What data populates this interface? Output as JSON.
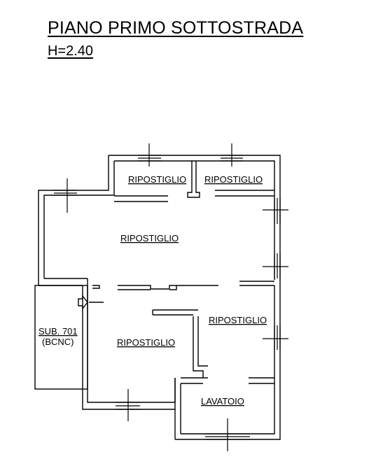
{
  "header": {
    "title": "PIANO PRIMO SOTTOSTRADA",
    "height": "H=2.40"
  },
  "rooms": {
    "ripostiglio_top_left": "RIPOSTIGLIO",
    "ripostiglio_top_right": "RIPOSTIGLIO",
    "ripostiglio_main": "RIPOSTIGLIO",
    "ripostiglio_right": "RIPOSTIGLIO",
    "ripostiglio_lower_left": "RIPOSTIGLIO",
    "lavatoio": "LAVATOIO"
  },
  "sub": {
    "line1": "SUB. 701",
    "line2": "(BCNC)"
  }
}
